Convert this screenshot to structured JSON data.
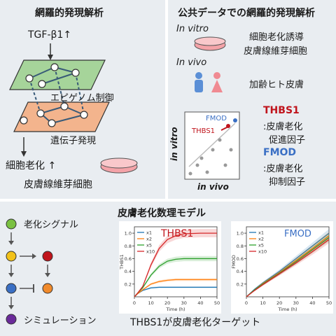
{
  "panel1": {
    "title": "網羅的発現解析",
    "tgf": "TGF-β1↑",
    "epigenome": "エピゲノム制御",
    "gene_expression": "遺伝子発現",
    "senescence": "細胞老化 ↑",
    "fibroblast": "皮膚線維芽細胞"
  },
  "panel2": {
    "title": "公共データでの網羅的発現解析",
    "invitro_label": "In vitro",
    "invivo_label": "In vivo",
    "invitro_desc1": "細胞老化誘導",
    "invitro_desc2": "皮膚線維芽細胞",
    "invivo_desc": "加齢ヒト皮膚",
    "scatter": {
      "xlabel": "in vivo",
      "ylabel": "in vitro",
      "fmod_point": "FMOD",
      "thbs1_point": "THBS1"
    },
    "thbs1_name": "THBS1",
    "thbs1_desc1": ":皮膚老化",
    "thbs1_desc2": "促進因子",
    "fmod_name": "FMOD",
    "fmod_desc1": ":皮膚老化",
    "fmod_desc2": "抑制因子",
    "colors": {
      "thbs1": "#c0141c",
      "fmod": "#3a6fc4"
    }
  },
  "panel3": {
    "title": "皮膚老化数理モデル",
    "legend_items": [
      "老化シグナル",
      "シミュレーション"
    ],
    "conclusion": "THBS1が皮膚老化ターゲット",
    "node_colors": [
      "#7ac142",
      "#f2c21a",
      "#c0141c",
      "#3a6fc4",
      "#f08a2c",
      "#6a2a9a"
    ]
  },
  "chart_data": [
    {
      "type": "line",
      "title": "THBS1",
      "xlabel": "Time (h)",
      "ylabel": "THBS1",
      "xlim": [
        0,
        50
      ],
      "ylim": [
        0,
        1.1
      ],
      "xticks": [
        0,
        10,
        20,
        30,
        40,
        50
      ],
      "yticks": [
        0.2,
        0.4,
        0.6,
        0.8,
        1.0
      ],
      "yticklabels": [
        "0.2",
        "0.4",
        "0.6",
        "0.8",
        "1.0"
      ],
      "legend_position": "top-left",
      "x": [
        0,
        2,
        5,
        10,
        15,
        20,
        25,
        30,
        40,
        50
      ],
      "series": [
        {
          "name": "x1",
          "color": "#1f77b4",
          "values": [
            0,
            0.05,
            0.1,
            0.14,
            0.15,
            0.15,
            0.15,
            0.15,
            0.15,
            0.15
          ]
        },
        {
          "name": "x2",
          "color": "#ff7f0e",
          "values": [
            0,
            0.05,
            0.11,
            0.2,
            0.24,
            0.26,
            0.27,
            0.27,
            0.27,
            0.27
          ]
        },
        {
          "name": "x5",
          "color": "#2ca02c",
          "values": [
            0,
            0.06,
            0.14,
            0.34,
            0.48,
            0.56,
            0.59,
            0.6,
            0.6,
            0.6
          ]
        },
        {
          "name": "x10",
          "color": "#d62728",
          "values": [
            0,
            0.06,
            0.16,
            0.5,
            0.76,
            0.9,
            0.96,
            0.99,
            1.0,
            1.0
          ]
        }
      ]
    },
    {
      "type": "line",
      "title": "FMOD",
      "xlabel": "Time (h)",
      "ylabel": "FMOD",
      "xlim": [
        0,
        50
      ],
      "ylim": [
        0,
        1.1
      ],
      "xticks": [
        0,
        10,
        20,
        30,
        40,
        50
      ],
      "yticks": [
        0.2,
        0.4,
        0.6,
        0.8,
        1.0
      ],
      "yticklabels": [
        "0.2",
        "0.4",
        "0.6",
        "0.8",
        "1.0"
      ],
      "legend_position": "top-left",
      "x": [
        0,
        5,
        10,
        20,
        30,
        40,
        50
      ],
      "series": [
        {
          "name": "x1",
          "color": "#1f77b4",
          "values": [
            0,
            0.12,
            0.22,
            0.4,
            0.6,
            0.8,
            1.0
          ]
        },
        {
          "name": "x2",
          "color": "#ff7f0e",
          "values": [
            0,
            0.11,
            0.21,
            0.38,
            0.57,
            0.76,
            0.96
          ]
        },
        {
          "name": "x5",
          "color": "#2ca02c",
          "values": [
            0,
            0.11,
            0.2,
            0.37,
            0.55,
            0.74,
            0.93
          ]
        },
        {
          "name": "x10",
          "color": "#d62728",
          "values": [
            0,
            0.1,
            0.19,
            0.36,
            0.53,
            0.71,
            0.9
          ]
        }
      ]
    }
  ]
}
